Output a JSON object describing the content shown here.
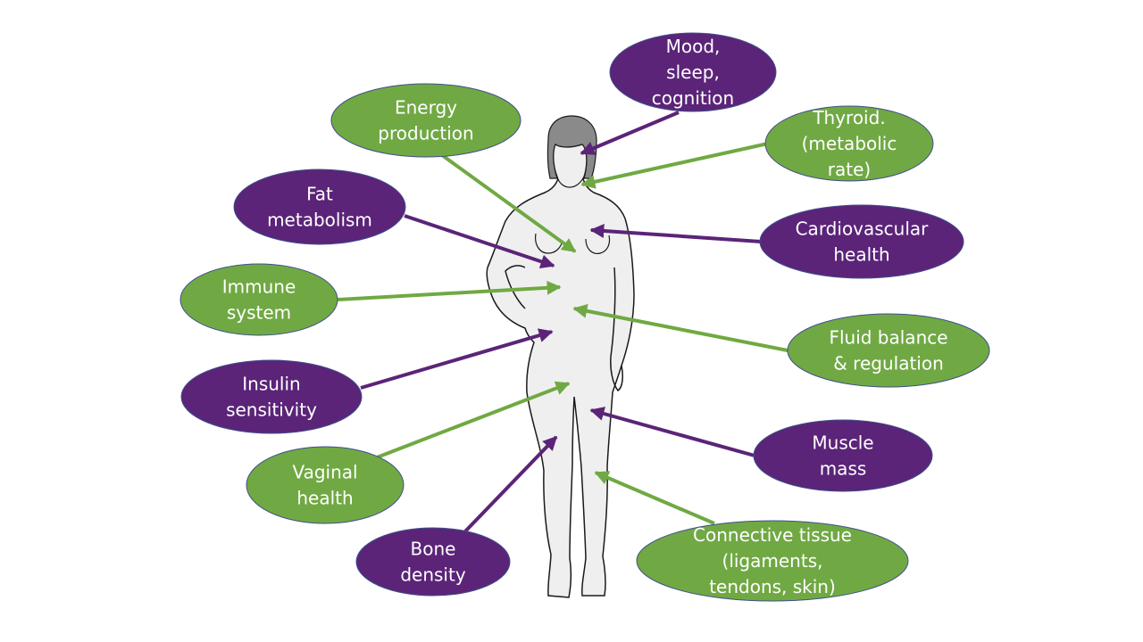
{
  "colors": {
    "purple": "#5b2478",
    "green": "#70a943",
    "ellipse_border": "#3f4f8c",
    "body_fill": "#efefef",
    "body_outline": "#1a1a1a",
    "hair": "#8a8a8a"
  },
  "figure": {
    "icon": "woman-silhouette-icon"
  },
  "nodes": [
    {
      "id": "mood",
      "color": "purple",
      "lines": [
        "Mood,",
        "sleep,",
        "cognition"
      ]
    },
    {
      "id": "energy",
      "color": "green",
      "lines": [
        "Energy",
        "production"
      ]
    },
    {
      "id": "thyroid",
      "color": "green",
      "lines": [
        "Thyroid.",
        "(metabolic",
        "rate)"
      ]
    },
    {
      "id": "fat",
      "color": "purple",
      "lines": [
        "Fat",
        "metabolism"
      ]
    },
    {
      "id": "cardio",
      "color": "purple",
      "lines": [
        "Cardiovascular",
        "health"
      ]
    },
    {
      "id": "immune",
      "color": "green",
      "lines": [
        "Immune",
        "system"
      ]
    },
    {
      "id": "fluid",
      "color": "green",
      "lines": [
        "Fluid balance",
        "& regulation"
      ]
    },
    {
      "id": "insulin",
      "color": "purple",
      "lines": [
        "Insulin",
        "sensitivity"
      ]
    },
    {
      "id": "vaginal",
      "color": "green",
      "lines": [
        "Vaginal",
        "health"
      ]
    },
    {
      "id": "muscle",
      "color": "purple",
      "lines": [
        "Muscle",
        "mass"
      ]
    },
    {
      "id": "bone",
      "color": "purple",
      "lines": [
        "Bone",
        "density"
      ]
    },
    {
      "id": "connective",
      "color": "green",
      "lines": [
        "Connective tissue",
        "(ligaments,",
        "tendons, skin)"
      ]
    }
  ]
}
